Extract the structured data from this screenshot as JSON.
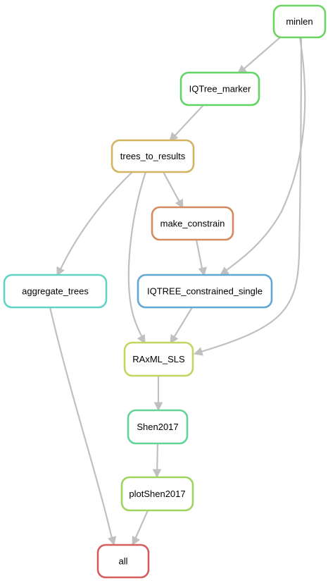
{
  "workflow": {
    "nodes": [
      {
        "id": "minlen",
        "label": "minlen",
        "color": "#6dd461"
      },
      {
        "id": "iqtree_marker",
        "label": "IQTree_marker",
        "color": "#61d466"
      },
      {
        "id": "trees_to_results",
        "label": "trees_to_results",
        "color": "#d4b361"
      },
      {
        "id": "make_constrain",
        "label": "make_constrain",
        "color": "#d48a61"
      },
      {
        "id": "aggregate_trees",
        "label": "aggregate_trees",
        "color": "#61d4c6"
      },
      {
        "id": "iqtree_constrained_single",
        "label": "IQTREE_constrained_single",
        "color": "#61a8d4"
      },
      {
        "id": "raxml_sls",
        "label": "RAxML_SLS",
        "color": "#c6d461"
      },
      {
        "id": "shen2017",
        "label": "Shen2017",
        "color": "#61d49a"
      },
      {
        "id": "plotshen2017",
        "label": "plotShen2017",
        "color": "#a0d461"
      },
      {
        "id": "all",
        "label": "all",
        "color": "#d45d5d"
      }
    ],
    "edges": [
      {
        "from": "minlen",
        "to": "iqtree_marker"
      },
      {
        "from": "minlen",
        "to": "iqtree_constrained_single"
      },
      {
        "from": "minlen",
        "to": "raxml_sls"
      },
      {
        "from": "iqtree_marker",
        "to": "trees_to_results"
      },
      {
        "from": "trees_to_results",
        "to": "make_constrain"
      },
      {
        "from": "trees_to_results",
        "to": "aggregate_trees"
      },
      {
        "from": "trees_to_results",
        "to": "raxml_sls"
      },
      {
        "from": "make_constrain",
        "to": "iqtree_constrained_single"
      },
      {
        "from": "iqtree_constrained_single",
        "to": "raxml_sls"
      },
      {
        "from": "aggregate_trees",
        "to": "all"
      },
      {
        "from": "raxml_sls",
        "to": "shen2017"
      },
      {
        "from": "shen2017",
        "to": "plotshen2017"
      },
      {
        "from": "plotshen2017",
        "to": "all"
      }
    ],
    "edge_color": "#c0c0c0"
  }
}
